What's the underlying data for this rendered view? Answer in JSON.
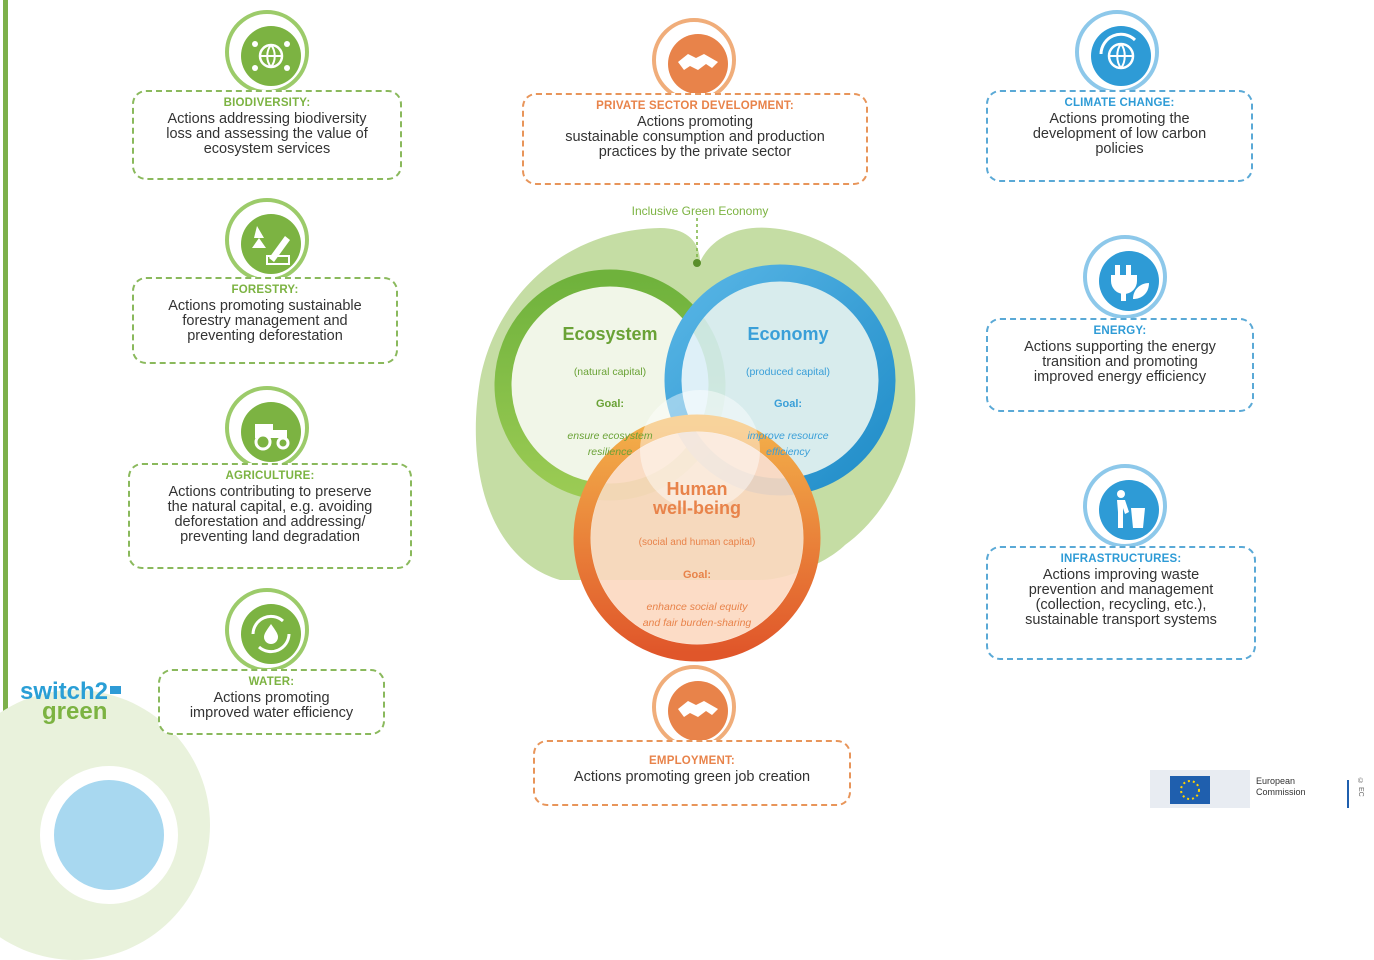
{
  "colors": {
    "green": "#7cb342",
    "orange": "#e8834a",
    "blue": "#2e9bd6"
  },
  "center": {
    "caption": "Inclusive Green Economy",
    "ecosystem": {
      "title": "Ecosystem",
      "sub": "(natural capital)",
      "goal_label": "Goal:",
      "goal": "ensure ecosystem\nresilience"
    },
    "economy": {
      "title": "Economy",
      "sub": "(produced capital)",
      "goal_label": "Goal:",
      "goal": "improve resource\nefficiency"
    },
    "human": {
      "title": "Human\nwell-being",
      "sub": "(social and human capital)",
      "goal_label": "Goal:",
      "goal": "enhance social equity\nand fair burden-sharing"
    }
  },
  "left": [
    {
      "title": "BIODIVERSITY:",
      "desc": "Actions addressing biodiversity\nloss and assessing the value of\necosystem services",
      "icon": "globe-leaves-icon"
    },
    {
      "title": "FORESTRY:",
      "desc": "Actions promoting sustainable\nforestry management and\npreventing deforestation",
      "icon": "axe-tree-icon"
    },
    {
      "title": "AGRICULTURE:",
      "desc": "Actions contributing to preserve\nthe natural capital, e.g. avoiding\ndeforestation and addressing/\npreventing land degradation",
      "icon": "tractor-icon"
    },
    {
      "title": "WATER:",
      "desc": "Actions promoting\nimproved water efficiency",
      "icon": "water-drop-icon"
    }
  ],
  "middle": [
    {
      "title": "PRIVATE SECTOR DEVELOPMENT:",
      "desc": "Actions promoting\nsustainable consumption and production\npractices by the private sector",
      "icon": "handshake-icon"
    },
    {
      "title": "EMPLOYMENT:",
      "desc": "Actions promoting green job creation",
      "icon": "handshake-icon"
    }
  ],
  "right": [
    {
      "title": "CLIMATE CHANGE:",
      "desc": "Actions promoting the\ndevelopment of low carbon\npolicies",
      "icon": "globe-recycle-icon"
    },
    {
      "title": "ENERGY:",
      "desc": "Actions supporting the energy\ntransition and promoting\nimproved energy efficiency",
      "icon": "plug-leaf-icon"
    },
    {
      "title": "INFRASTRUCTURES:",
      "desc": "Actions improving waste\nprevention and management\n(collection, recycling, etc.),\nsustainable transport systems",
      "icon": "waste-bin-icon"
    }
  ],
  "logo": {
    "line1": "switch2",
    "line2": "green"
  },
  "footer": {
    "org": "European\nCommission",
    "code": "© EC"
  }
}
